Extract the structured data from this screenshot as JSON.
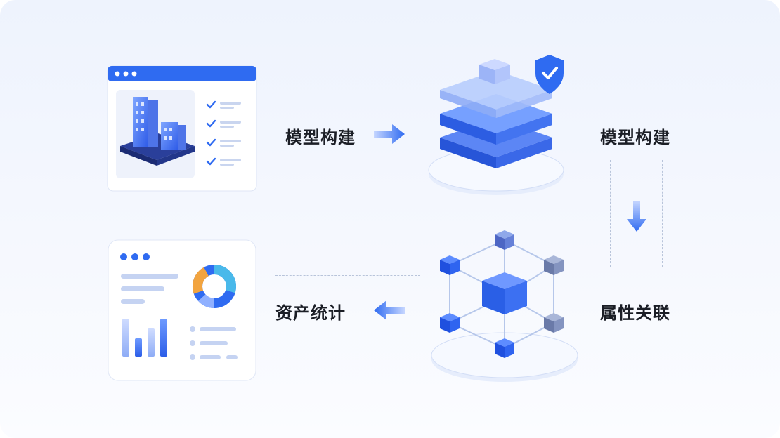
{
  "flow": {
    "step1_label": "模型构建",
    "step2_label": "模型构建",
    "step3_label": "属性关联",
    "step4_label": "资产统计"
  },
  "colors": {
    "primary_blue": "#2f6bf1",
    "light_blue": "#8fb0ff",
    "donut_cyan": "#49b9ea",
    "donut_orange": "#f2a43f",
    "text": "#1b1e26"
  }
}
